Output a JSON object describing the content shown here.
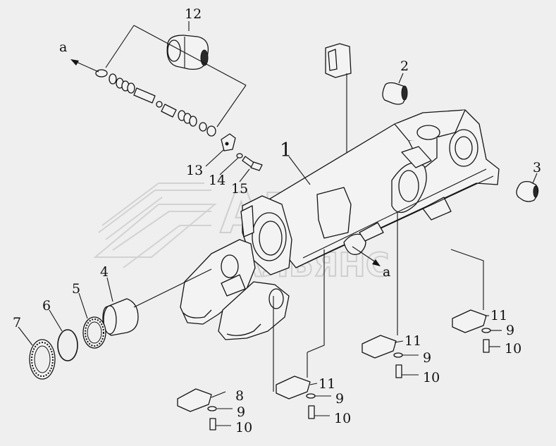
{
  "watermark": {
    "line1": "АВТО",
    "line2": "АЛЬЯНС"
  },
  "labels": {
    "a_top": "a",
    "a_mid": "a",
    "p1": "1",
    "p2": "2",
    "p3": "3",
    "p4": "4",
    "p5": "5",
    "p6": "6",
    "p7": "7",
    "p8": "8",
    "p9_a": "9",
    "p9_b": "9",
    "p9_c": "9",
    "p9_d": "9",
    "p10_a": "10",
    "p10_b": "10",
    "p10_c": "10",
    "p10_d": "10",
    "p11_a": "11",
    "p11_b": "11",
    "p11_c": "11",
    "p12": "12",
    "p13": "13",
    "p14": "14",
    "p15": "15"
  }
}
